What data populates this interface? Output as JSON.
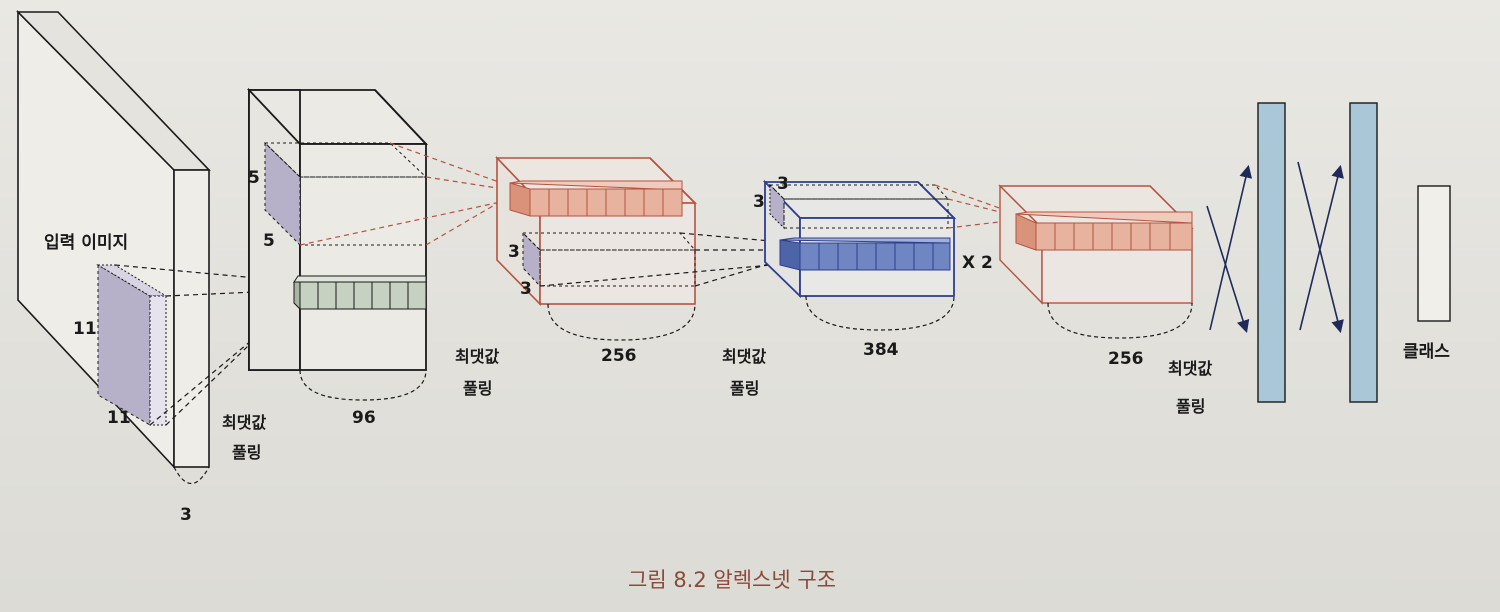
{
  "caption": "그림 8.2 알렉스넷 구조",
  "input": {
    "label": "입력 이미지",
    "kernel_h": "11",
    "kernel_w": "11",
    "channels": "3"
  },
  "conv1": {
    "kernel_h": "5",
    "kernel_w": "5",
    "depth": "96",
    "pool_label_1": "최댓값",
    "pool_label_2": "풀링"
  },
  "conv2": {
    "kernel_h": "3",
    "kernel_w": "3",
    "depth": "256",
    "pool_label_1": "최댓값",
    "pool_label_2": "풀링"
  },
  "conv3": {
    "kernel_h": "3",
    "kernel_w": "3",
    "depth": "384",
    "repeat": "X 2",
    "pool_label_1": "최댓값",
    "pool_label_2": "풀링"
  },
  "conv5": {
    "depth": "256",
    "pool_label_1": "최댓값",
    "pool_label_2": "풀링"
  },
  "output": {
    "label": "클래스"
  },
  "colors": {
    "line": "#1a1a1a",
    "conv2_accent": "#b5533f",
    "conv3_accent": "#2f3f8c",
    "kernel_fill": "#b7b0c9",
    "green_fill": "#c7d1c2",
    "red_fill": "#e7b39e",
    "blue_fill": "#6f86c2",
    "fc_fill": "#a9c7d6"
  }
}
